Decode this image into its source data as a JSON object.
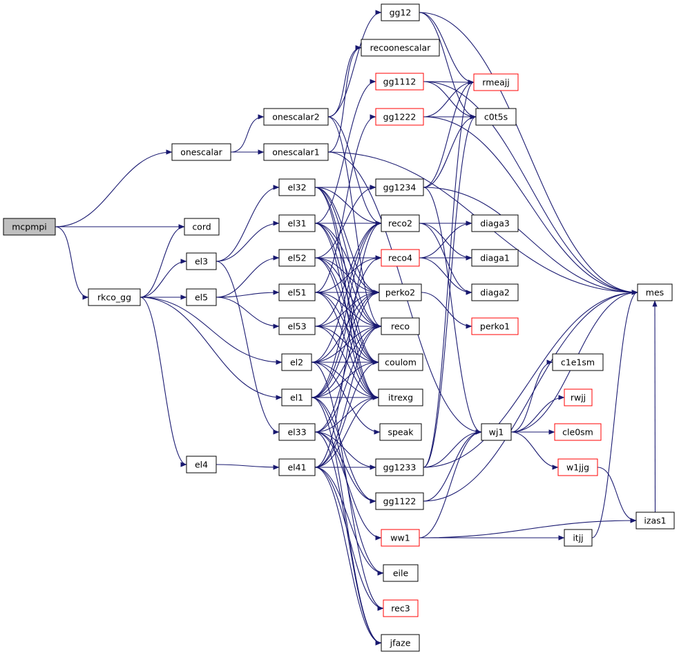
{
  "colors": {
    "edge": "#191970",
    "node_border": "#000000",
    "node_border_link": "#ff0000",
    "root_fill": "#bfbfbf",
    "node_fill": "#ffffff"
  },
  "nodes": [
    {
      "id": "mcpmpi",
      "label": "mcpmpi",
      "root": true
    },
    {
      "id": "onescalar",
      "label": "onescalar"
    },
    {
      "id": "cord",
      "label": "cord"
    },
    {
      "id": "rkco_gg",
      "label": "rkco_gg"
    },
    {
      "id": "onescalar2",
      "label": "onescalar2"
    },
    {
      "id": "onescalar1",
      "label": "onescalar1"
    },
    {
      "id": "el3",
      "label": "el3"
    },
    {
      "id": "el5",
      "label": "el5"
    },
    {
      "id": "el4",
      "label": "el4"
    },
    {
      "id": "el32",
      "label": "el32"
    },
    {
      "id": "el31",
      "label": "el31"
    },
    {
      "id": "el52",
      "label": "el52"
    },
    {
      "id": "el51",
      "label": "el51"
    },
    {
      "id": "el53",
      "label": "el53"
    },
    {
      "id": "el2",
      "label": "el2"
    },
    {
      "id": "el1",
      "label": "el1"
    },
    {
      "id": "el33",
      "label": "el33"
    },
    {
      "id": "el41",
      "label": "el41"
    },
    {
      "id": "gg12",
      "label": "gg12"
    },
    {
      "id": "recoonescalar",
      "label": "recoonescalar"
    },
    {
      "id": "gg1112",
      "label": "gg1112",
      "red": true
    },
    {
      "id": "gg1222",
      "label": "gg1222",
      "red": true
    },
    {
      "id": "gg1234",
      "label": "gg1234"
    },
    {
      "id": "reco2",
      "label": "reco2"
    },
    {
      "id": "reco4",
      "label": "reco4",
      "red": true
    },
    {
      "id": "perko2",
      "label": "perko2"
    },
    {
      "id": "reco",
      "label": "reco"
    },
    {
      "id": "coulom",
      "label": "coulom"
    },
    {
      "id": "itrexg",
      "label": "itrexg"
    },
    {
      "id": "speak",
      "label": "speak"
    },
    {
      "id": "gg1233",
      "label": "gg1233"
    },
    {
      "id": "gg1122",
      "label": "gg1122"
    },
    {
      "id": "ww1",
      "label": "ww1",
      "red": true
    },
    {
      "id": "eile",
      "label": "eile"
    },
    {
      "id": "rec3",
      "label": "rec3",
      "red": true
    },
    {
      "id": "jfaze",
      "label": "jfaze"
    },
    {
      "id": "rmeajj",
      "label": "rmeajj",
      "red": true
    },
    {
      "id": "c0t5s",
      "label": "c0t5s"
    },
    {
      "id": "diaga3",
      "label": "diaga3"
    },
    {
      "id": "diaga1",
      "label": "diaga1"
    },
    {
      "id": "diaga2",
      "label": "diaga2"
    },
    {
      "id": "perko1",
      "label": "perko1",
      "red": true
    },
    {
      "id": "wj1",
      "label": "wj1"
    },
    {
      "id": "itjj",
      "label": "itjj"
    },
    {
      "id": "mes",
      "label": "mes"
    },
    {
      "id": "c1e1sm",
      "label": "c1e1sm"
    },
    {
      "id": "rwjj",
      "label": "rwjj",
      "red": true
    },
    {
      "id": "cle0sm",
      "label": "cle0sm",
      "red": true
    },
    {
      "id": "w1jjg",
      "label": "w1jjg",
      "red": true
    },
    {
      "id": "izas1",
      "label": "izas1"
    }
  ],
  "edges": [
    [
      "mcpmpi",
      "onescalar"
    ],
    [
      "mcpmpi",
      "cord"
    ],
    [
      "mcpmpi",
      "rkco_gg"
    ],
    [
      "onescalar",
      "onescalar2"
    ],
    [
      "onescalar",
      "onescalar1"
    ],
    [
      "onescalar2",
      "gg12"
    ],
    [
      "onescalar2",
      "recoonescalar"
    ],
    [
      "onescalar2",
      "reco2"
    ],
    [
      "onescalar2",
      "reco"
    ],
    [
      "onescalar1",
      "recoonescalar"
    ],
    [
      "onescalar1",
      "mes"
    ],
    [
      "onescalar1",
      "wj1"
    ],
    [
      "rkco_gg",
      "cord"
    ],
    [
      "rkco_gg",
      "el3"
    ],
    [
      "rkco_gg",
      "el5"
    ],
    [
      "rkco_gg",
      "el2"
    ],
    [
      "rkco_gg",
      "el1"
    ],
    [
      "rkco_gg",
      "el4"
    ],
    [
      "el3",
      "el32"
    ],
    [
      "el3",
      "el31"
    ],
    [
      "el3",
      "el33"
    ],
    [
      "el5",
      "el52"
    ],
    [
      "el5",
      "el51"
    ],
    [
      "el5",
      "el53"
    ],
    [
      "el4",
      "el41"
    ],
    [
      "el32",
      "gg1234"
    ],
    [
      "el32",
      "reco2"
    ],
    [
      "el32",
      "perko2"
    ],
    [
      "el32",
      "reco"
    ],
    [
      "el32",
      "coulom"
    ],
    [
      "el32",
      "itrexg"
    ],
    [
      "el31",
      "gg1112"
    ],
    [
      "el31",
      "reco2"
    ],
    [
      "el31",
      "perko2"
    ],
    [
      "el31",
      "reco"
    ],
    [
      "el31",
      "coulom"
    ],
    [
      "el31",
      "itrexg"
    ],
    [
      "el52",
      "gg1234"
    ],
    [
      "el52",
      "reco4"
    ],
    [
      "el52",
      "perko2"
    ],
    [
      "el52",
      "reco"
    ],
    [
      "el52",
      "coulom"
    ],
    [
      "el52",
      "itrexg"
    ],
    [
      "el51",
      "gg1222"
    ],
    [
      "el51",
      "reco4"
    ],
    [
      "el51",
      "perko2"
    ],
    [
      "el51",
      "reco"
    ],
    [
      "el51",
      "coulom"
    ],
    [
      "el51",
      "itrexg"
    ],
    [
      "el53",
      "reco2"
    ],
    [
      "el53",
      "perko2"
    ],
    [
      "el53",
      "reco"
    ],
    [
      "el53",
      "coulom"
    ],
    [
      "el53",
      "itrexg"
    ],
    [
      "el2",
      "reco2"
    ],
    [
      "el2",
      "perko2"
    ],
    [
      "el2",
      "reco"
    ],
    [
      "el2",
      "coulom"
    ],
    [
      "el2",
      "itrexg"
    ],
    [
      "el2",
      "speak"
    ],
    [
      "el1",
      "reco2"
    ],
    [
      "el1",
      "reco4"
    ],
    [
      "el1",
      "perko2"
    ],
    [
      "el1",
      "reco"
    ],
    [
      "el1",
      "coulom"
    ],
    [
      "el1",
      "itrexg"
    ],
    [
      "el1",
      "gg1122"
    ],
    [
      "el33",
      "perko2"
    ],
    [
      "el33",
      "reco"
    ],
    [
      "el33",
      "itrexg"
    ],
    [
      "el33",
      "gg1233"
    ],
    [
      "el33",
      "gg1122"
    ],
    [
      "el33",
      "ww1"
    ],
    [
      "el41",
      "reco2"
    ],
    [
      "el41",
      "reco"
    ],
    [
      "el41",
      "coulom"
    ],
    [
      "el41",
      "itrexg"
    ],
    [
      "el41",
      "gg1233"
    ],
    [
      "el41",
      "eile"
    ],
    [
      "el41",
      "rec3"
    ],
    [
      "el41",
      "jfaze"
    ],
    [
      "el1",
      "eile"
    ],
    [
      "el2",
      "rec3"
    ],
    [
      "el33",
      "jfaze"
    ],
    [
      "el1",
      "jfaze"
    ],
    [
      "gg12",
      "rmeajj"
    ],
    [
      "gg12",
      "c0t5s"
    ],
    [
      "gg12",
      "mes"
    ],
    [
      "gg1112",
      "rmeajj"
    ],
    [
      "gg1112",
      "c0t5s"
    ],
    [
      "gg1112",
      "mes"
    ],
    [
      "gg1222",
      "rmeajj"
    ],
    [
      "gg1222",
      "c0t5s"
    ],
    [
      "gg1222",
      "mes"
    ],
    [
      "gg1234",
      "rmeajj"
    ],
    [
      "gg1234",
      "c0t5s"
    ],
    [
      "gg1234",
      "mes"
    ],
    [
      "gg1234",
      "wj1"
    ],
    [
      "reco2",
      "diaga3"
    ],
    [
      "reco2",
      "diaga1"
    ],
    [
      "reco2",
      "diaga2"
    ],
    [
      "reco4",
      "diaga3"
    ],
    [
      "reco4",
      "diaga1"
    ],
    [
      "reco4",
      "diaga2"
    ],
    [
      "perko2",
      "perko1"
    ],
    [
      "gg1233",
      "rmeajj"
    ],
    [
      "gg1233",
      "c0t5s"
    ],
    [
      "gg1233",
      "mes"
    ],
    [
      "gg1233",
      "wj1"
    ],
    [
      "gg1122",
      "wj1"
    ],
    [
      "gg1122",
      "mes"
    ],
    [
      "ww1",
      "wj1"
    ],
    [
      "ww1",
      "itjj"
    ],
    [
      "ww1",
      "izas1"
    ],
    [
      "wj1",
      "mes"
    ],
    [
      "wj1",
      "c1e1sm"
    ],
    [
      "wj1",
      "rwjj"
    ],
    [
      "wj1",
      "cle0sm"
    ],
    [
      "wj1",
      "w1jjg"
    ],
    [
      "w1jjg",
      "izas1"
    ],
    [
      "itjj",
      "mes"
    ],
    [
      "izas1",
      "mes"
    ]
  ]
}
